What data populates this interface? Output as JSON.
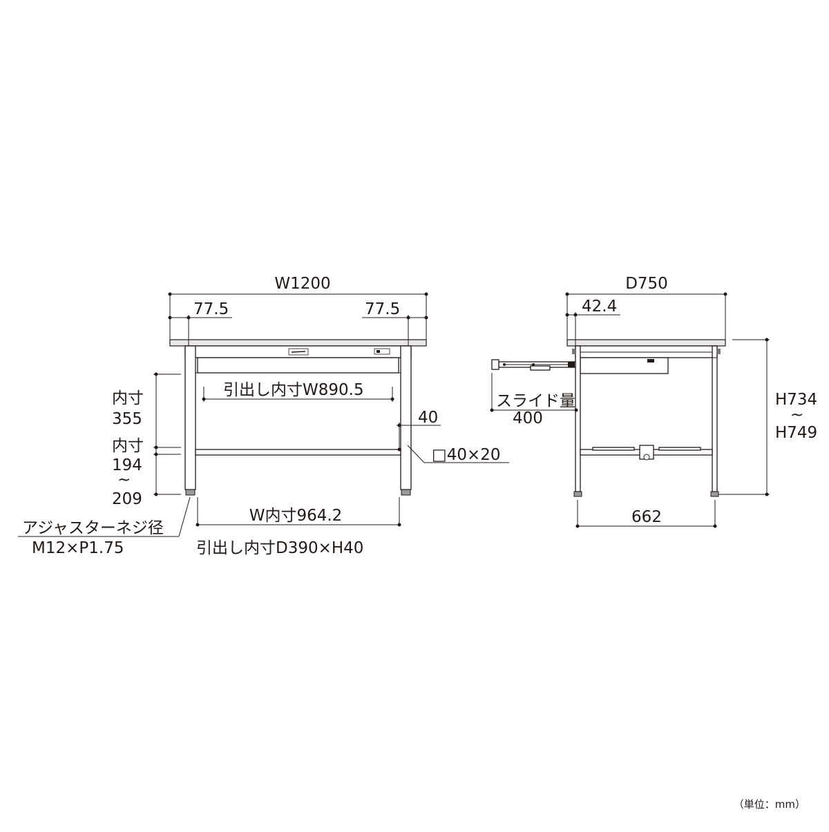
{
  "front": {
    "width": "W1200",
    "leg_offset_left": "77.5",
    "leg_offset_right": "77.5",
    "drawer_inner_width": "引出し内寸W890.5",
    "inner_label_1": "内寸",
    "inner_value_1": "355",
    "inner_label_2": "内寸",
    "inner_value_2a": "194",
    "tilde": "~",
    "inner_value_2b": "209",
    "pipe_height": "40",
    "pipe_section": "□40×20",
    "inner_width": "W内寸964.2",
    "adjuster_label": "アジャスターネジ径",
    "adjuster_spec": "M12×P1.75",
    "drawer_inner_size": "引出し内寸D390×H40"
  },
  "side": {
    "depth": "D750",
    "leg_offset": "42.4",
    "slide_label": "スライド量",
    "slide_value": "400",
    "height_min": "H734",
    "tilde": "~",
    "height_max": "H749",
    "inner_depth": "662"
  },
  "unit_note": "（単位：mm）"
}
